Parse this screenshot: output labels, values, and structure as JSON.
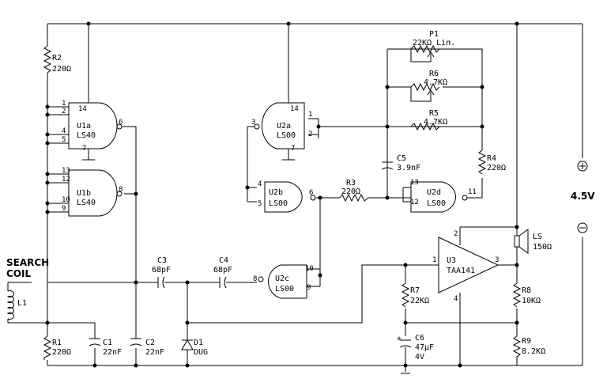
{
  "title": "",
  "components": {
    "r1": {
      "ref": "R1",
      "value": "220Ω"
    },
    "r2": {
      "ref": "R2",
      "value": "220Ω"
    },
    "r3": {
      "ref": "R3",
      "value": "220Ω"
    },
    "r4": {
      "ref": "R4",
      "value": "220Ω"
    },
    "r5": {
      "ref": "R5",
      "value": "4.7KΩ"
    },
    "r6": {
      "ref": "R6",
      "value": "4.7KΩ"
    },
    "r7": {
      "ref": "R7",
      "value": "22KΩ"
    },
    "r8": {
      "ref": "R8",
      "value": "10KΩ"
    },
    "r9": {
      "ref": "R9",
      "value": "8.2KΩ"
    },
    "p1": {
      "ref": "P1",
      "value": "22KΩ  Lin."
    },
    "c1": {
      "ref": "C1",
      "value": "22nF"
    },
    "c2": {
      "ref": "C2",
      "value": "22nF"
    },
    "c3": {
      "ref": "C3",
      "value": "68pF"
    },
    "c4": {
      "ref": "C4",
      "value": "68pF"
    },
    "c5": {
      "ref": "C5",
      "value": "3.9nF"
    },
    "c6": {
      "ref": "C6",
      "value": "47μF",
      "voltage": "4V",
      "polarity": "+"
    },
    "d1": {
      "ref": "D1",
      "value": "DUG"
    },
    "l1": {
      "ref": "L1"
    },
    "ls": {
      "ref": "LS",
      "value": "150Ω"
    },
    "u1a": {
      "ref": "U1a",
      "type": "LS40",
      "pins": [
        "1",
        "2",
        "4",
        "5",
        "6",
        "7",
        "14"
      ]
    },
    "u1b": {
      "ref": "U1b",
      "type": "LS40",
      "pins": [
        "13",
        "12",
        "10",
        "9",
        "8"
      ]
    },
    "u2a": {
      "ref": "U2a",
      "type": "LS00",
      "pins": [
        "3",
        "14",
        "1",
        "2",
        "7"
      ]
    },
    "u2b": {
      "ref": "U2b",
      "type": "LS00",
      "pins": [
        "4",
        "5",
        "6"
      ]
    },
    "u2c": {
      "ref": "U2c",
      "type": "LS00",
      "pins": [
        "8",
        "10",
        "9"
      ]
    },
    "u2d": {
      "ref": "U2d",
      "type": "LS00",
      "pins": [
        "13",
        "12",
        "11"
      ]
    },
    "u3": {
      "ref": "U3",
      "type": "TAA141",
      "pins": [
        "1",
        "2",
        "3",
        "4"
      ]
    }
  },
  "labels": {
    "search_coil_line1": "SEARCH",
    "search_coil_line2": "COIL",
    "supply_voltage": "4.5V",
    "plus": "+",
    "minus": "−"
  }
}
